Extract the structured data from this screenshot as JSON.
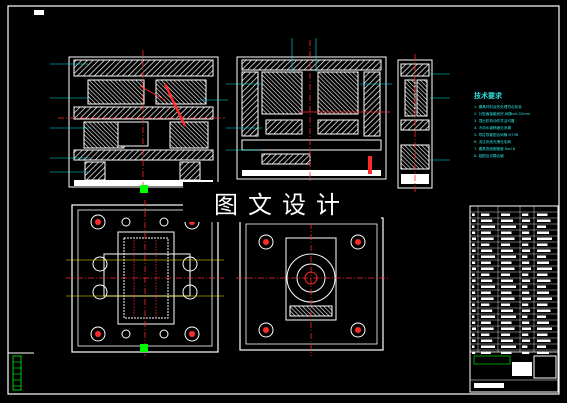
{
  "watermark": {
    "text": "图文设计"
  },
  "notes": {
    "title": "技术要求",
    "lines": [
      "1. 模具材料及热处理符合标准",
      "2. 分型面接触良好,间隙≤0.02mm",
      "3. 顶出机构动作灵活可靠",
      "4. 冷却水道畅通无渗漏",
      "5. 导柱导套配合间隙 H7/f6",
      "6. 浇注系统光滑无毛刺",
      "7. 模具表面粗糙度 Ra0.8",
      "8. 装配后试模合格"
    ]
  },
  "colors": {
    "background": "#000000",
    "outline": "#ffffff",
    "dim": "#00e5e5",
    "center": "#ff2a2a",
    "hatch": "#ffffff",
    "accent": "#00ff00"
  }
}
